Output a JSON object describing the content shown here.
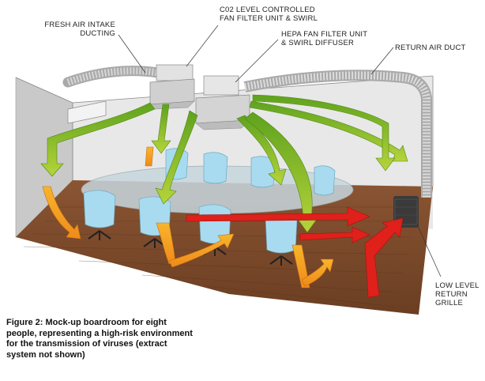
{
  "labels": {
    "fresh_air": [
      "FRESH AIR INTAKE",
      "DUCTING"
    ],
    "co2_unit": [
      "C02 LEVEL CONTROLLED",
      "FAN FILTER UNIT & SWIRL"
    ],
    "hepa_unit": [
      "HEPA FAN FILTER UNIT",
      "& SWIRL DIFFUSER"
    ],
    "return_duct": [
      "RETURN AIR DUCT"
    ],
    "return_grille": [
      "LOW LEVEL",
      "RETURN",
      "GRILLE"
    ]
  },
  "caption": [
    "Figure 2: Mock-up boardroom for eight",
    "people, representing a high-risk environment",
    "for the transmission of viruses (extract",
    "system not shown)"
  ],
  "colors": {
    "wall": "#dcdcdc",
    "floor": "#7a4a2a",
    "green_arrow": "#7dbb2a",
    "orange_arrow": "#f29a1c",
    "red_arrow": "#e0201b",
    "chair": "#a8dbef"
  }
}
